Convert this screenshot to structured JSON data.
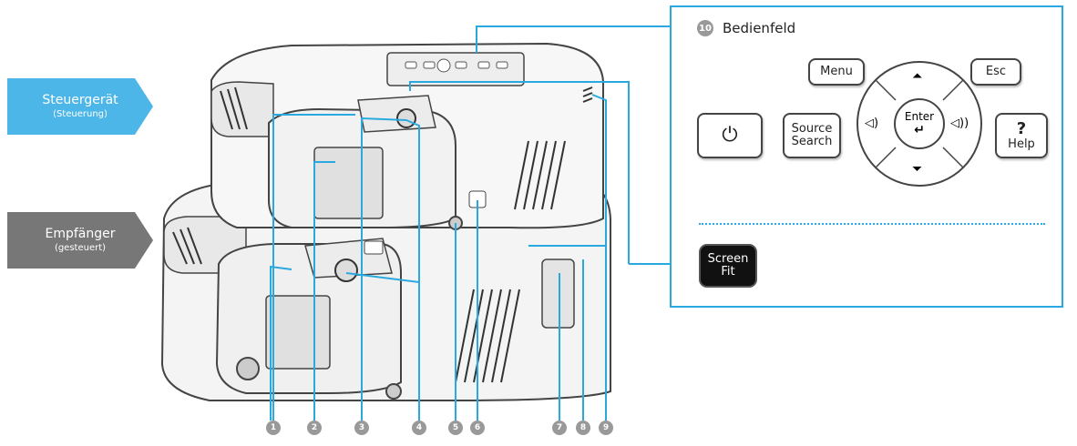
{
  "labels": {
    "controller": "Steuergerät",
    "controller_sub": "(Steuerung)",
    "receiver": "Empfänger",
    "receiver_sub": "(gesteuert)"
  },
  "panel": {
    "number": "10",
    "title": "Bedienfeld",
    "buttons": {
      "menu": "Menu",
      "esc": "Esc",
      "power": "⏻",
      "source_line1": "Source",
      "source_line2": "Search",
      "enter": "Enter",
      "enter_symbol": "↵",
      "help_mark": "?",
      "help": "Help",
      "volume_down": "◁)",
      "volume_up": "◁))",
      "keystone_up": "⏶",
      "keystone_down": "⏷",
      "screen_line1": "Screen",
      "screen_line2": "Fit"
    }
  },
  "callouts": [
    "1",
    "2",
    "3",
    "4",
    "5",
    "6",
    "7",
    "8",
    "9"
  ],
  "colors": {
    "accent": "#29a9e0",
    "controller_tag": "#4db6e8",
    "receiver_tag": "#777777",
    "device": "#f4f4f4"
  }
}
